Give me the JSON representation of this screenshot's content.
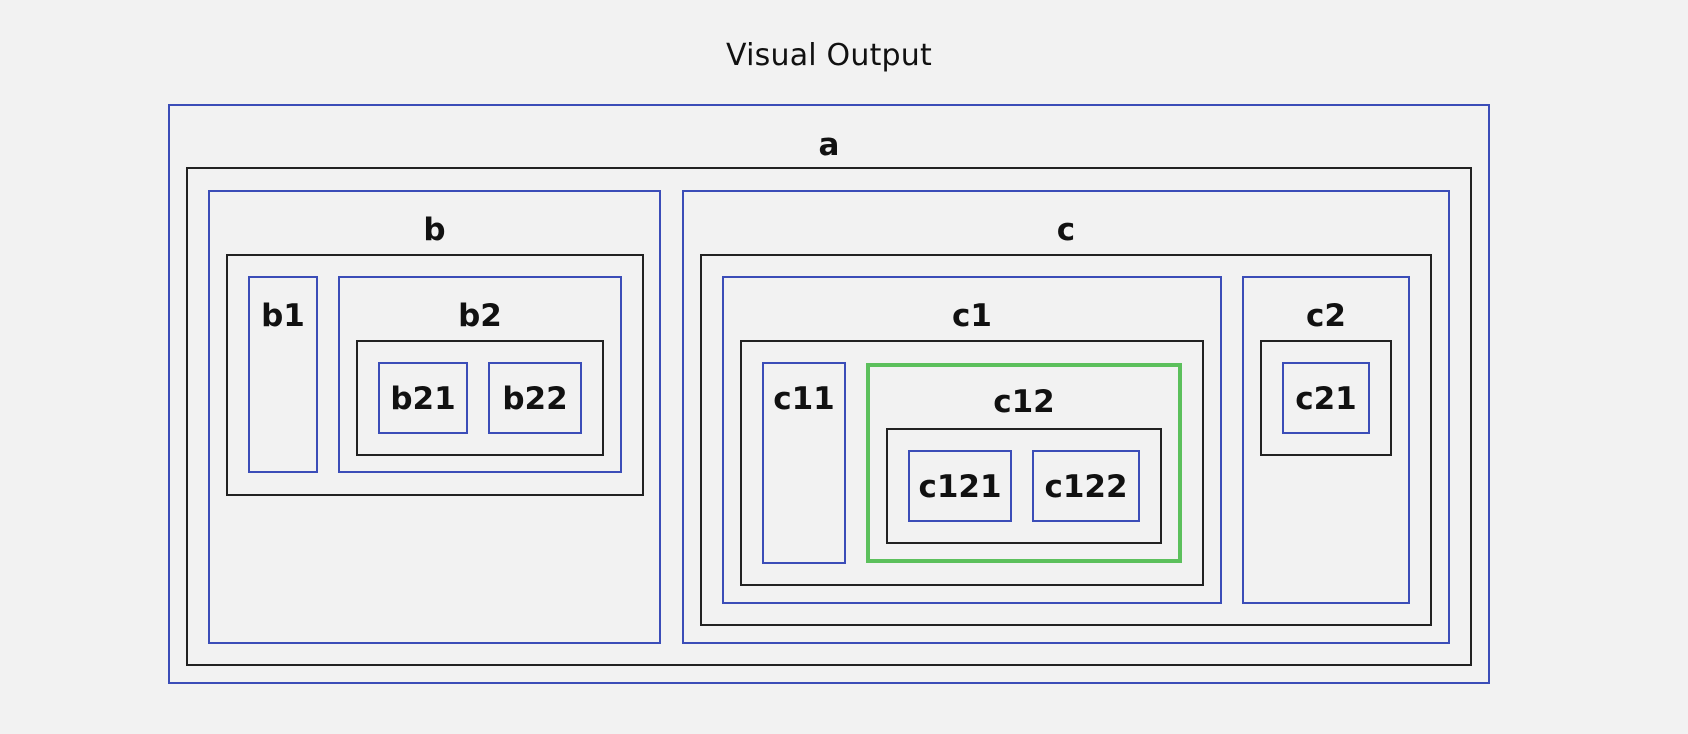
{
  "title": "Visual Output",
  "colors": {
    "container": "#3b4db8",
    "group": "#222222",
    "highlight": "#5cc05c",
    "background": "#f2f2f2"
  },
  "nodes": {
    "a": "a",
    "b": "b",
    "b1": "b1",
    "b2": "b2",
    "b21": "b21",
    "b22": "b22",
    "c": "c",
    "c1": "c1",
    "c11": "c11",
    "c12": "c12",
    "c121": "c121",
    "c122": "c122",
    "c2": "c2",
    "c21": "c21"
  }
}
